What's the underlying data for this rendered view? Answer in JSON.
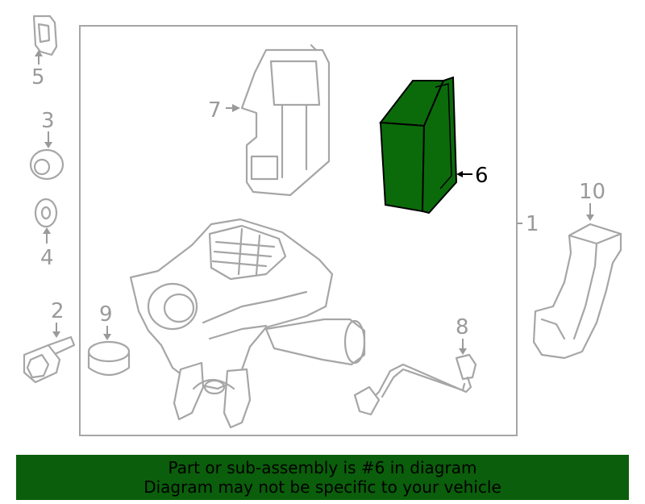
{
  "highlighted_part": "6",
  "callouts": {
    "c1": "1",
    "c2": "2",
    "c3": "3",
    "c4": "4",
    "c5": "5",
    "c6": "6",
    "c7": "7",
    "c8": "8",
    "c9": "9",
    "c10": "10"
  },
  "banner": {
    "line1": "Part or sub-assembly is #6 in diagram",
    "line2": "Diagram may not be specific to your vehicle"
  },
  "colors": {
    "highlight": "#0b6b0b",
    "banner": "#0b5e0b",
    "outline": "#a6a6a6"
  }
}
